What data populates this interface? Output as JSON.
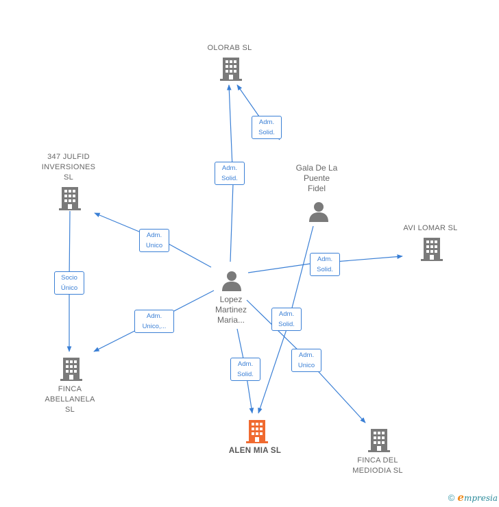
{
  "colors": {
    "edge": "#3a7fd5",
    "building": "#7a7a7a",
    "building_highlight": "#f06a30",
    "person": "#7a7a7a"
  },
  "nodes": {
    "olorab": {
      "label": [
        "OLORAB  SL"
      ],
      "icon": "building-icon"
    },
    "julfid": {
      "label": [
        "347 JULFID",
        "INVERSIONES",
        "SL"
      ],
      "icon": "building-icon"
    },
    "gala": {
      "label": [
        "Gala De La",
        "Puente",
        "Fidel"
      ],
      "icon": "person-icon"
    },
    "avilomar": {
      "label": [
        "AVI LOMAR  SL"
      ],
      "icon": "building-icon"
    },
    "lopez": {
      "label": [
        "Lopez",
        "Martinez",
        "Maria..."
      ],
      "icon": "person-icon"
    },
    "finca_abellanela": {
      "label": [
        "FINCA",
        "ABELLANELA",
        "SL"
      ],
      "icon": "building-icon"
    },
    "alen_mia": {
      "label": [
        "ALEN MIA  SL"
      ],
      "icon": "building-icon"
    },
    "finca_mediodia": {
      "label": [
        "FINCA DEL",
        "MEDIODIA  SL"
      ],
      "icon": "building-icon"
    }
  },
  "edges": [
    {
      "id": "gala-olorab",
      "label": [
        "Adm.",
        "Solid."
      ]
    },
    {
      "id": "lopez-olorab",
      "label": [
        "Adm.",
        "Solid."
      ]
    },
    {
      "id": "lopez-julfid",
      "label": [
        "Adm.",
        "Unico"
      ]
    },
    {
      "id": "julfid-abellanela",
      "label": [
        "Socio",
        "Único"
      ]
    },
    {
      "id": "lopez-avilomar",
      "label": [
        "Adm.",
        "Solid."
      ]
    },
    {
      "id": "lopez-abellanela",
      "label": [
        "Adm.",
        "Unico,..."
      ]
    },
    {
      "id": "gala-alenmia",
      "label": [
        "Adm.",
        "Solid."
      ]
    },
    {
      "id": "lopez-alenmia",
      "label": [
        "Adm.",
        "Solid."
      ]
    },
    {
      "id": "lopez-mediodia",
      "label": [
        "Adm.",
        "Unico"
      ]
    }
  ],
  "footer": {
    "copyright": "©",
    "brand_initial": "e",
    "brand_rest": "mpresia"
  }
}
